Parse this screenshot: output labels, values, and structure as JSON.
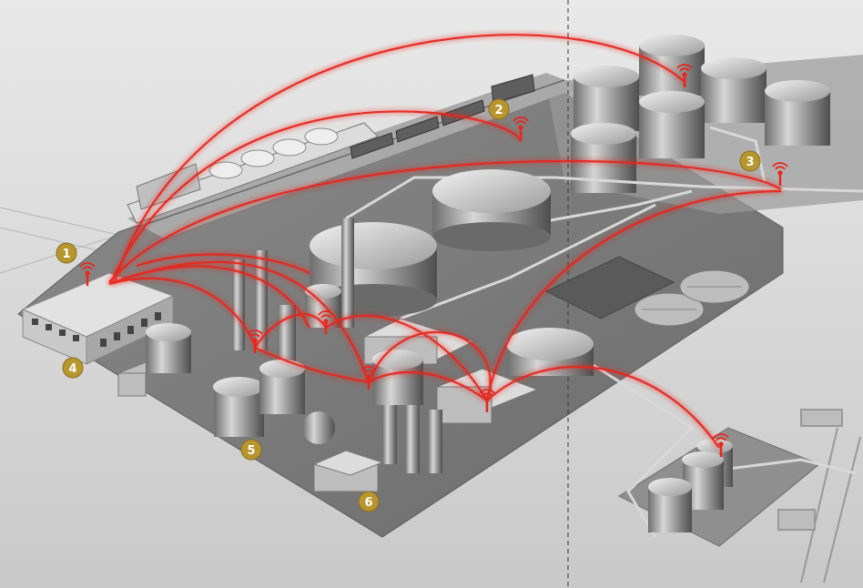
{
  "colors": {
    "background": "#d9d9d9",
    "ground": "#7c7c7c",
    "signal": "#e8261c",
    "badge": "#b8962e"
  },
  "icons": {
    "antenna": "wireless-antenna-icon",
    "badge": "numbered-callout-badge"
  },
  "callouts": [
    {
      "id": "1",
      "label": "1"
    },
    {
      "id": "2",
      "label": "2"
    },
    {
      "id": "3",
      "label": "3"
    },
    {
      "id": "4",
      "label": "4"
    },
    {
      "id": "5",
      "label": "5"
    },
    {
      "id": "6",
      "label": "6"
    }
  ]
}
